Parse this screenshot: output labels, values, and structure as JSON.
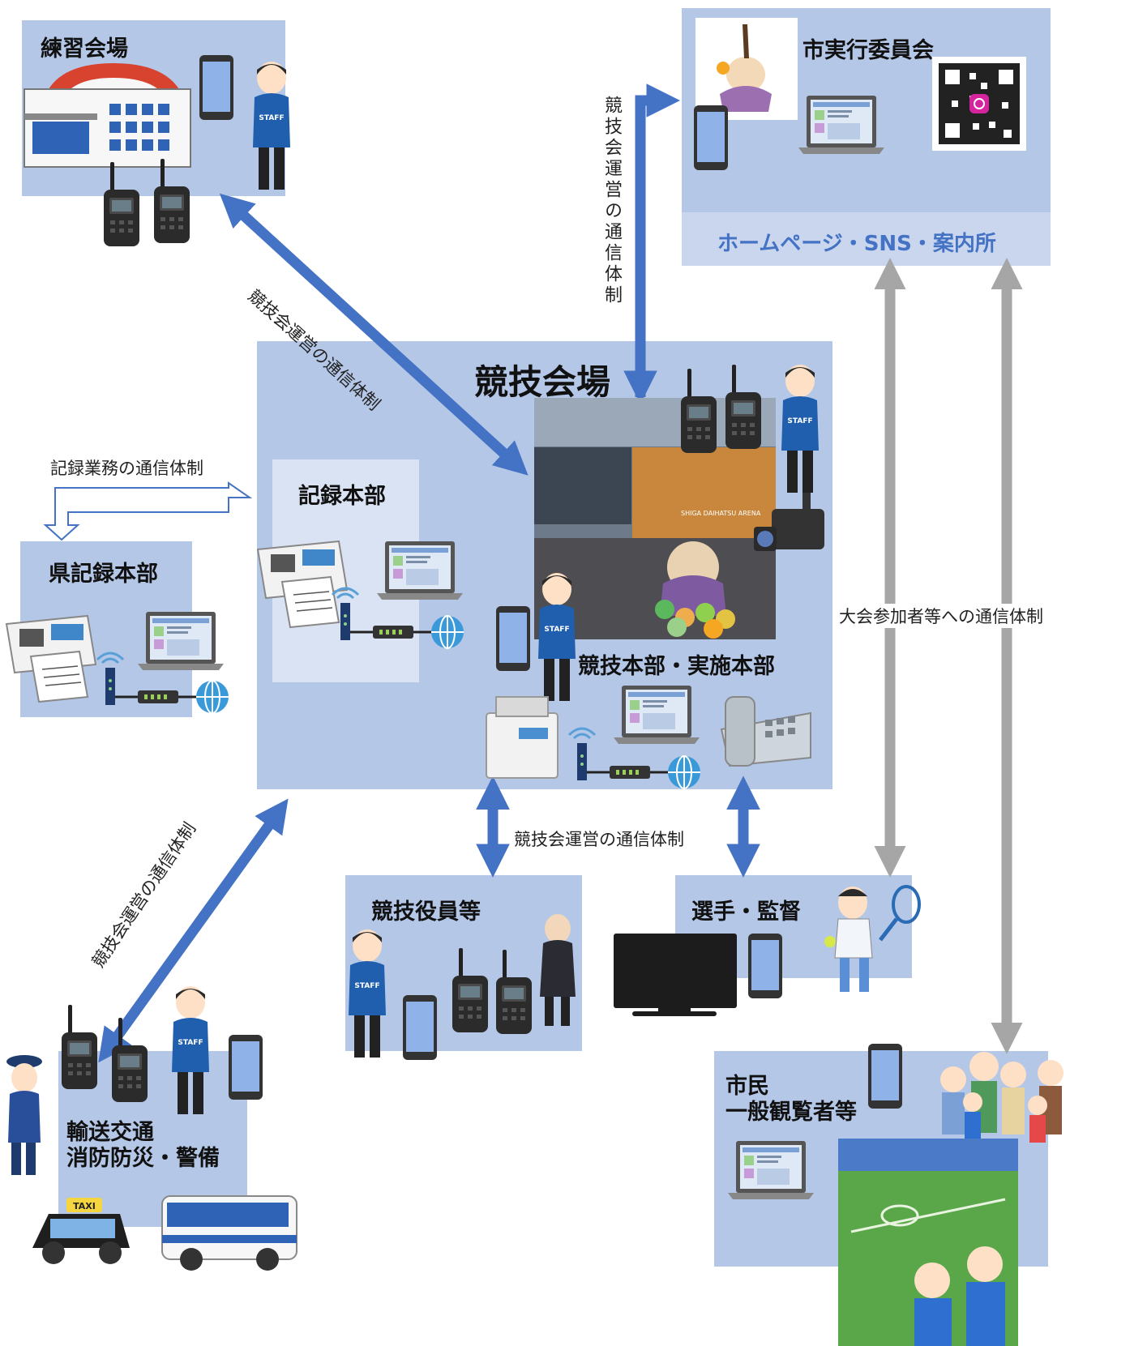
{
  "venues": {
    "practice_venue": "練習会場",
    "city_committee": "市実行委員会",
    "city_committee_channels": "ホームページ・SNS・案内所",
    "competition_venue": "競技会場",
    "records_hq": "記録本部",
    "pref_records_hq": "県記録本部",
    "competition_hq": "競技本部・実施本部",
    "officials": "競技役員等",
    "players": "選手・監督",
    "citizens_line1": "市民",
    "citizens_line2": "一般観覧者等",
    "transport_line1": "輸送交通",
    "transport_line2": "消防防災・警備"
  },
  "links": {
    "operations_comm": "競技会運営の通信体制",
    "records_comm": "記録業務の通信体制",
    "participants_comm": "大会参加者等への通信体制"
  },
  "badges": {
    "staff": "STAFF",
    "taxi": "TAXI",
    "arena_sign": "SHIGA DAIHATSU ARENA"
  },
  "colors": {
    "box_fill": "#b4c7e7",
    "records_panel": "#dae3f3",
    "arrow_blue": "#4472c4",
    "arrow_gray": "#a6a6a6",
    "channels_text": "#4472c4"
  }
}
